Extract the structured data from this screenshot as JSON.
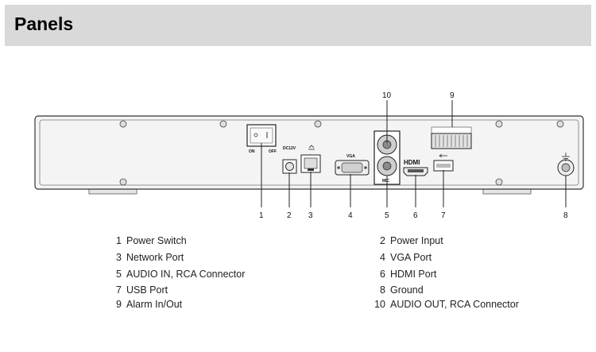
{
  "header": {
    "title": "Panels"
  },
  "diagram": {
    "panel_labels": {
      "on": "ON",
      "off": "OFF",
      "dc": "DC12V",
      "vga": "VGA",
      "mic": "MIC",
      "hdmi": "HDMI"
    },
    "callouts": [
      "1",
      "2",
      "3",
      "4",
      "5",
      "6",
      "7",
      "8",
      "9",
      "10"
    ]
  },
  "legend": [
    {
      "num": "1",
      "label": "Power Switch"
    },
    {
      "num": "2",
      "label": "Power Input"
    },
    {
      "num": "3",
      "label": "Network Port"
    },
    {
      "num": "4",
      "label": "VGA Port"
    },
    {
      "num": "5",
      "label": "AUDIO IN, RCA Connector"
    },
    {
      "num": "6",
      "label": "HDMI Port"
    },
    {
      "num": "7",
      "label": "USB Port"
    },
    {
      "num": "8",
      "label": "Ground"
    },
    {
      "num": "9",
      "label": "Alarm In/Out"
    },
    {
      "num": "10",
      "label": "AUDIO OUT, RCA Connector"
    }
  ]
}
